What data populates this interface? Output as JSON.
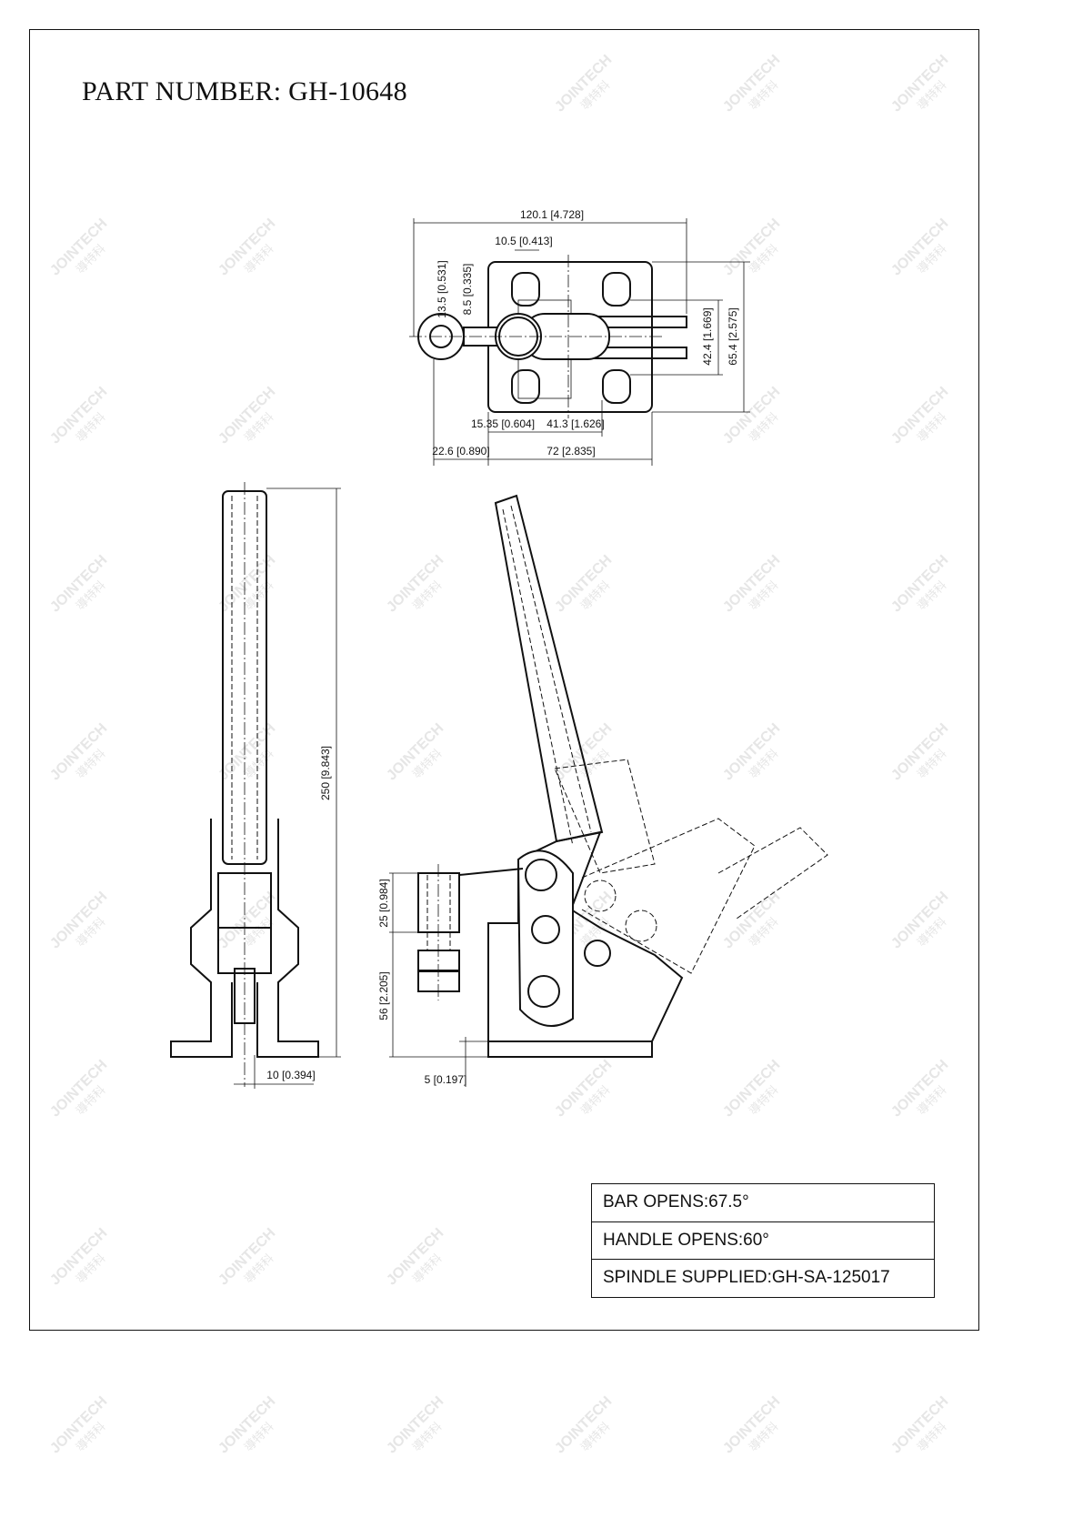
{
  "title": "PART NUMBER:  GH-10648",
  "watermark": {
    "brand": "JOINTECH",
    "chinese": "導特科"
  },
  "top_view_dims": {
    "overall_length": "120.1 [4.728]",
    "slot_spacing_x": "10.5 [0.413]",
    "offset_a": "13.5 [0.531]",
    "offset_b": "8.5 [0.335]",
    "hole_spacing_y": "42.4 [1.669]",
    "plate_width": "65.4 [2.575]",
    "offset_c": "15.35 [0.604]",
    "hole_spacing_x": "41.3 [1.626]",
    "spindle_offset": "22.6 [0.890]",
    "plate_length": "72 [2.835]"
  },
  "front_view_dims": {
    "height": "250 [9.843]",
    "bar_width": "10 [0.394]"
  },
  "side_view_dims": {
    "spindle_block": "25 [0.984]",
    "spindle_height": "56 [2.205]",
    "base_thickness": "5 [0.197]"
  },
  "specs": [
    {
      "label": "BAR OPENS:67.5°"
    },
    {
      "label": "HANDLE OPENS:60°"
    },
    {
      "label": "SPINDLE SUPPLIED:GH-SA-125017"
    }
  ]
}
